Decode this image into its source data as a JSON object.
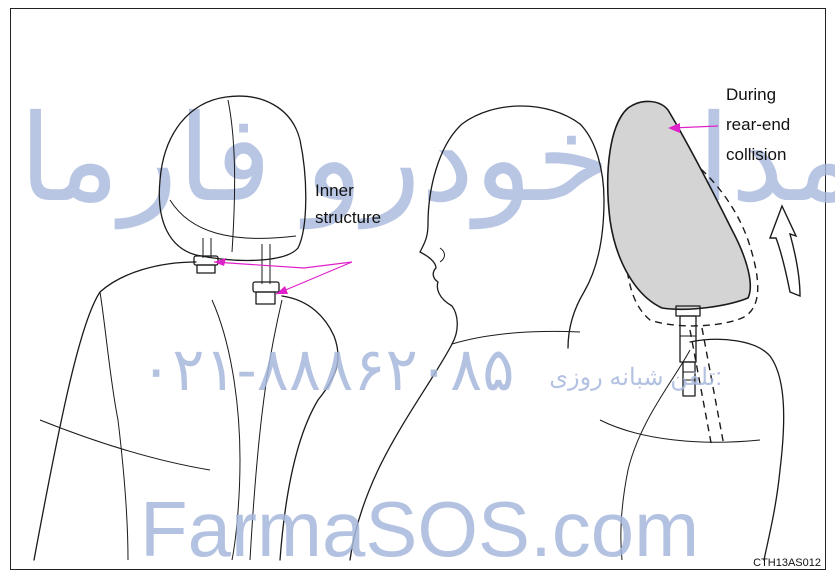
{
  "labels": {
    "inner_structure_line1": "Inner",
    "inner_structure_line2": "structure",
    "collision_line1": "During",
    "collision_line2": "rear-end",
    "collision_line3": "collision",
    "figure_code": "CTH13AS012"
  },
  "watermarks": {
    "persian_brand": "امداد خودرو فارما",
    "phone": "۰۲۱-۸۸۸۶۲۰۸۵",
    "phone_caption": "تلفن شبانه روزی:",
    "site": "FarmaSOS.com"
  },
  "colors": {
    "leader_line": "#e020c8",
    "headrest_fill": "#d4d4d4",
    "watermark": "#a7b8dd",
    "line_art": "#1a1a1a"
  }
}
